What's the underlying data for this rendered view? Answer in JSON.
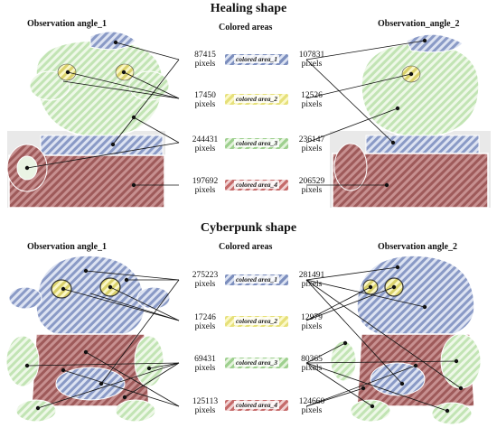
{
  "healing": {
    "title": "Healing shape",
    "angle1": "Observation angle_1",
    "colored": "Colored areas",
    "angle2": "Observation_angle_2",
    "rows": [
      {
        "left": "87415",
        "right": "107831",
        "unit": "pixels",
        "label": "colored area_1"
      },
      {
        "left": "17450",
        "right": "12526",
        "unit": "pixels",
        "label": "colored area_2"
      },
      {
        "left": "244431",
        "right": "236147",
        "unit": "pixels",
        "label": "colored area_3"
      },
      {
        "left": "197692",
        "right": "206529",
        "unit": "pixels",
        "label": "colored area_4"
      }
    ]
  },
  "cyberpunk": {
    "title": "Cyberpunk shape",
    "angle1": "Observation angle_1",
    "colored": "Colored areas",
    "angle2": "Observation angle_2",
    "rows": [
      {
        "left": "275223",
        "right": "281491",
        "unit": "pixels",
        "label": "colored area_1"
      },
      {
        "left": "17246",
        "right": "12979",
        "unit": "pixels",
        "label": "colored area_2"
      },
      {
        "left": "69431",
        "right": "80365",
        "unit": "pixels",
        "label": "colored area_3"
      },
      {
        "left": "125113",
        "right": "124660",
        "unit": "pixels",
        "label": "colored area_4"
      }
    ]
  },
  "colors": {
    "area_1": "#7d8fbe",
    "area_2": "#e6e07a",
    "area_3": "#9ed08f",
    "area_4": "#c56b6b"
  }
}
